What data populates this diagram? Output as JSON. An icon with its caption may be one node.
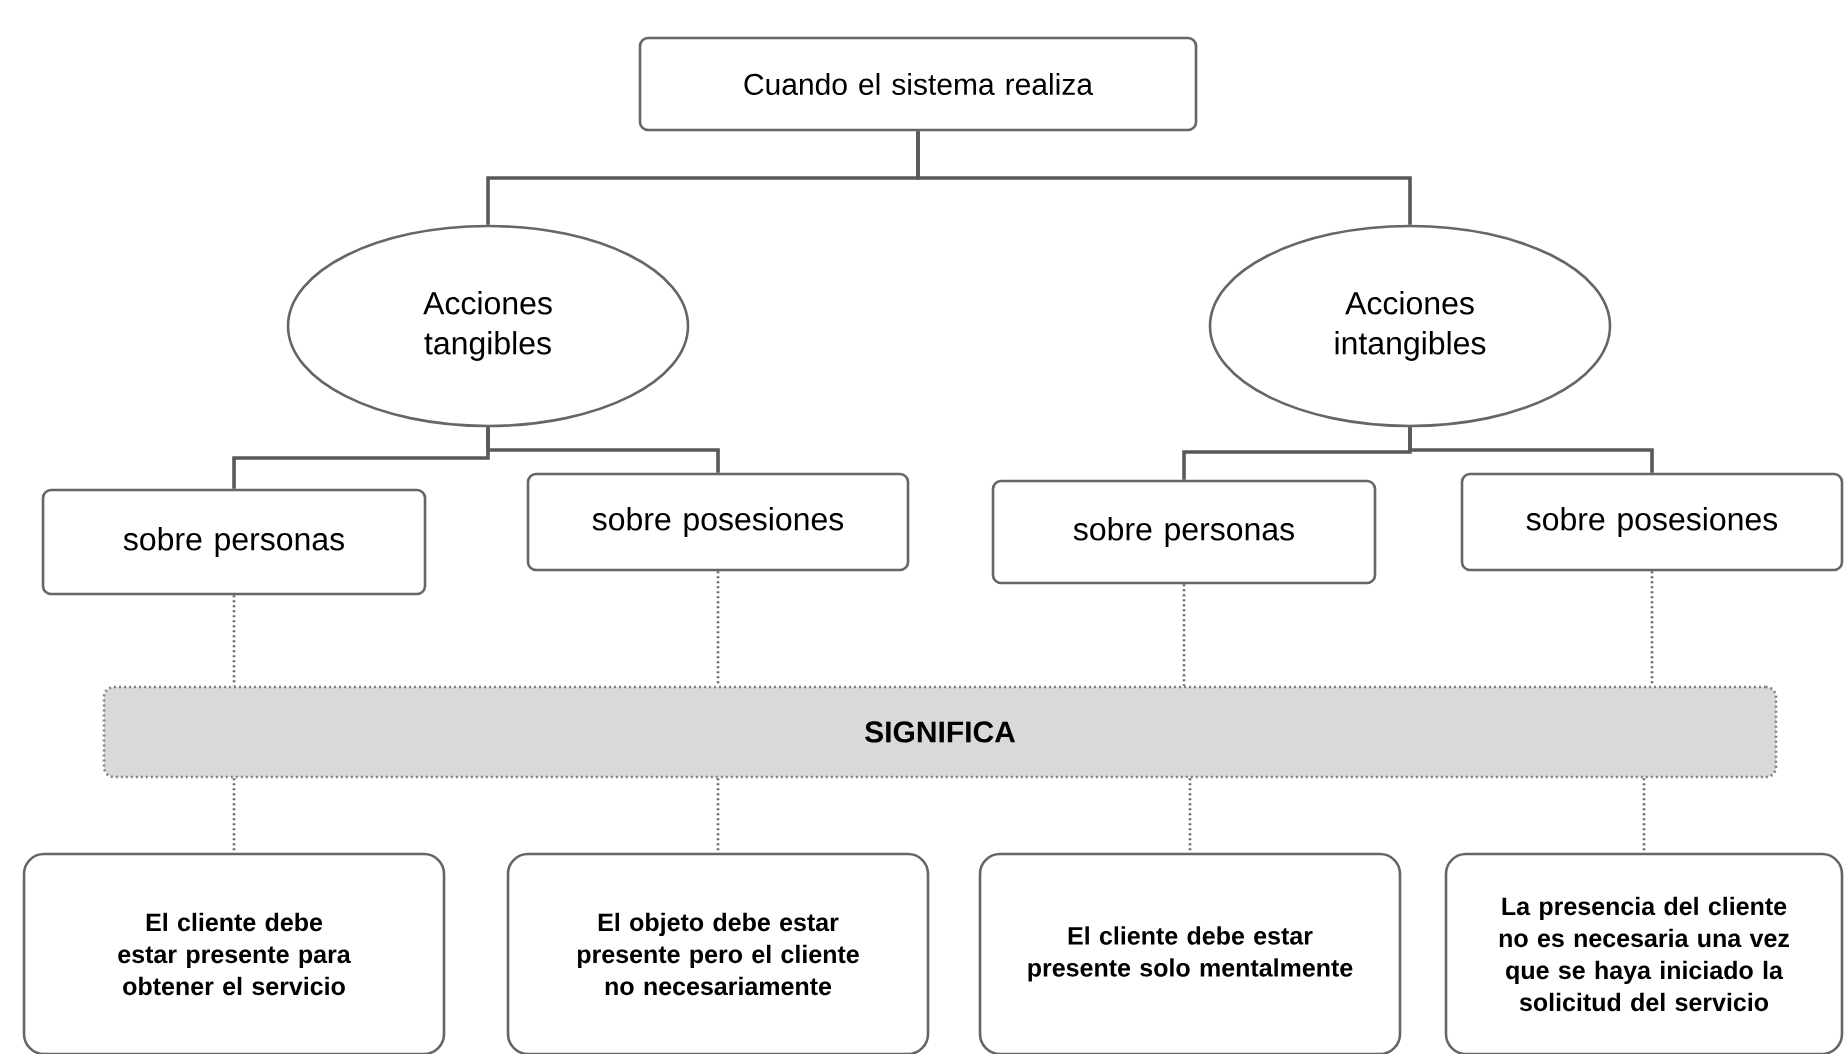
{
  "diagram": {
    "nodes": [
      {
        "text": [
          "Cuando el sistema realiza"
        ]
      },
      {
        "text": [
          "Acciones tangibles"
        ]
      },
      {
        "text": [
          "Acciones intangibles"
        ]
      },
      {
        "text": [
          "sobre personas"
        ]
      },
      {
        "text": [
          "sobre posesiones"
        ]
      },
      {
        "text": [
          "sobre personas"
        ]
      },
      {
        "text": [
          "sobre posesiones"
        ]
      },
      {
        "text": [
          "SIGNIFICA"
        ]
      },
      {
        "text": [
          "El cliente debe estar presente para obtener el servicio"
        ]
      },
      {
        "text": [
          "El objeto debe estar presente pero el cliente no necesariamente"
        ]
      },
      {
        "text": [
          "El cliente debe estar presente solo mentalmente"
        ]
      },
      {
        "text": [
          "La presencia del cliente no es necesaria una vez que se haya iniciado la solicitud del servicio"
        ]
      }
    ],
    "edges": [
      {
        "from": 0,
        "to": 1,
        "arrow": "none"
      },
      {
        "from": 0,
        "to": 2,
        "arrow": "none"
      },
      {
        "from": 1,
        "to": 3,
        "arrow": "none"
      },
      {
        "from": 1,
        "to": 4,
        "arrow": "none"
      },
      {
        "from": 2,
        "to": 5,
        "arrow": "none"
      },
      {
        "from": 2,
        "to": 6,
        "arrow": "none"
      },
      {
        "from": 3,
        "to": 7,
        "arrow": "none",
        "style": "dashed"
      },
      {
        "from": 4,
        "to": 7,
        "arrow": "none",
        "style": "dashed"
      },
      {
        "from": 5,
        "to": 7,
        "arrow": "none",
        "style": "dashed"
      },
      {
        "from": 6,
        "to": 7,
        "arrow": "none",
        "style": "dashed"
      },
      {
        "from": 7,
        "to": 8,
        "arrow": "none",
        "style": "dashed"
      },
      {
        "from": 7,
        "to": 9,
        "arrow": "none",
        "style": "dashed"
      },
      {
        "from": 7,
        "to": 10,
        "arrow": "none",
        "style": "dashed"
      },
      {
        "from": 7,
        "to": 11,
        "arrow": "none",
        "style": "dashed"
      }
    ]
  }
}
